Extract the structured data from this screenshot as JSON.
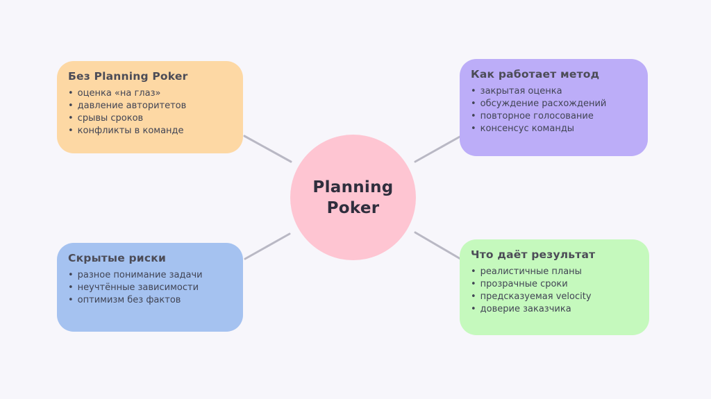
{
  "canvas": {
    "background": "#f7f6fb",
    "connector_color": "#b9b8c4"
  },
  "center": {
    "label_line1": "Planning",
    "label_line2": "Poker",
    "fill": "#fec5d2",
    "text_color": "#2f2e3d"
  },
  "nodes": [
    {
      "title": "Без Planning Poker",
      "fill": "#fdd8a4",
      "items": [
        "оценка «на глаз»",
        "давление авторитетов",
        "срывы сроков",
        "конфликты в команде"
      ]
    },
    {
      "title": "Как работает метод",
      "fill": "#bcadf8",
      "items": [
        "закрытая оценка",
        "обсуждение расхождений",
        "повторное голосование",
        "консенсус команды"
      ]
    },
    {
      "title": "Скрытые риски",
      "fill": "#a5c2f0",
      "items": [
        "разное понимание задачи",
        "неучтённые зависимости",
        "оптимизм без фактов"
      ]
    },
    {
      "title": "Что даёт результат",
      "fill": "#c5f9bd",
      "items": [
        "реалистичные планы",
        "прозрачные сроки",
        "предсказуемая velocity",
        "доверие заказчика"
      ]
    }
  ]
}
